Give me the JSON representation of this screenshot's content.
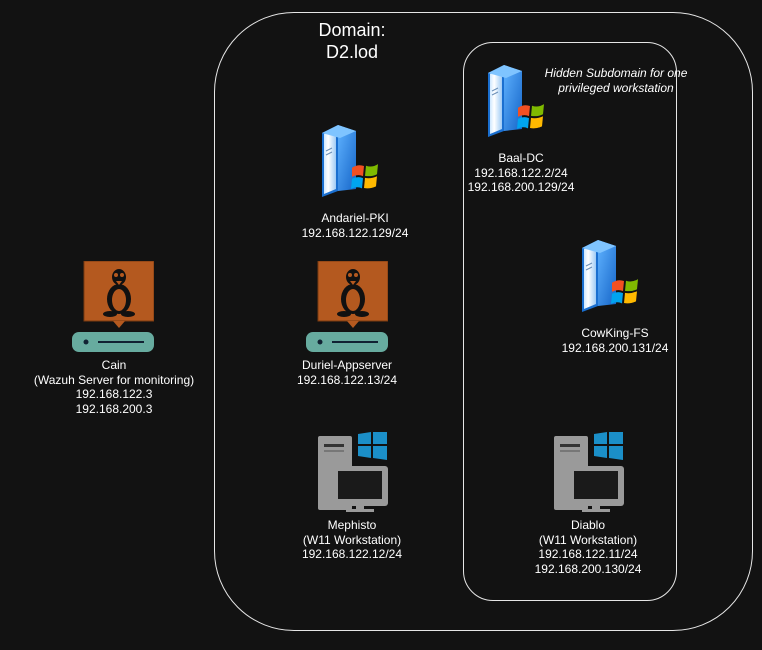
{
  "domain": {
    "title_line1": "Domain:",
    "title_line2": "D2.lod"
  },
  "subdomain": {
    "title": "Hidden Subdomain for one privileged workstation"
  },
  "colors": {
    "background": "#121212",
    "linux_tile": "#b4591f",
    "linux_base": "#67ab9f",
    "server_blue": "#2a8fe8",
    "workstation_gray": "#999999",
    "windows_blue": "#1b8fc8"
  },
  "nodes": {
    "cain": {
      "icon": "linux-server-icon",
      "name": "Cain",
      "role": "(Wazuh Server for monitoring)",
      "ip1": "192.168.122.3",
      "ip2": "192.168.200.3"
    },
    "andariel": {
      "icon": "windows-server-icon",
      "name": "Andariel-PKI",
      "ip1": "192.168.122.129/24"
    },
    "duriel": {
      "icon": "linux-server-icon",
      "name": "Duriel-Appserver",
      "ip1": "192.168.122.13/24"
    },
    "mephisto": {
      "icon": "windows-workstation-icon",
      "name": "Mephisto",
      "role": "(W11 Workstation)",
      "ip1": "192.168.122.12/24"
    },
    "baal": {
      "icon": "windows-server-icon",
      "name": "Baal-DC",
      "ip1": "192.168.122.2/24",
      "ip2": "192.168.200.129/24"
    },
    "cowking": {
      "icon": "windows-server-icon",
      "name": "CowKing-FS",
      "ip1": "192.168.200.131/24"
    },
    "diablo": {
      "icon": "windows-workstation-icon",
      "name": "Diablo",
      "role": "(W11 Workstation)",
      "ip1": "192.168.122.11/24",
      "ip2": "192.168.200.130/24"
    }
  }
}
